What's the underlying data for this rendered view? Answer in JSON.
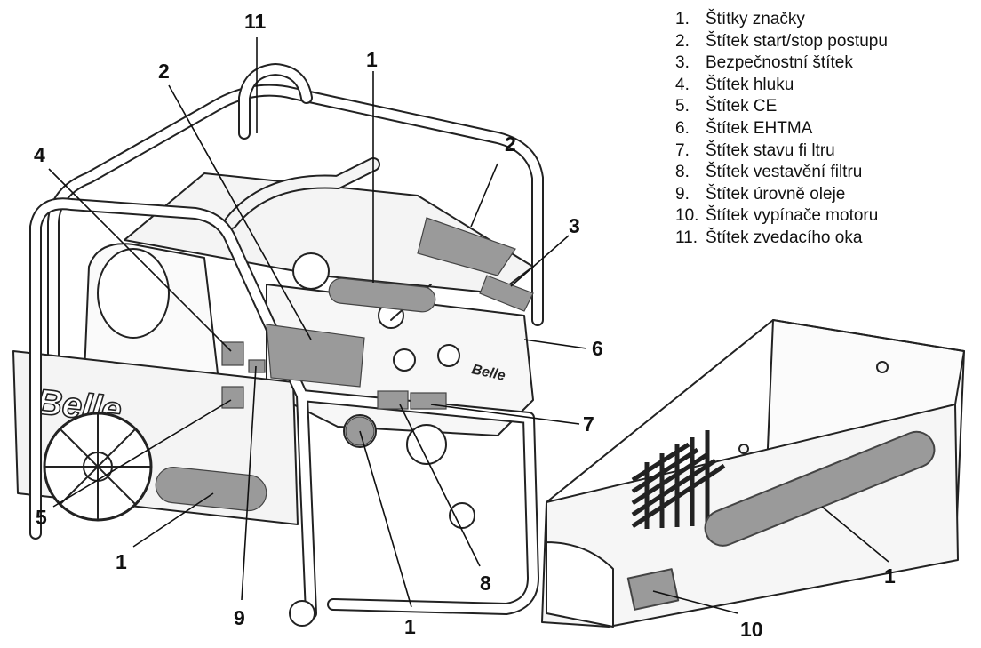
{
  "legend": [
    {
      "num": "1.",
      "text": "Štítky značky"
    },
    {
      "num": "2.",
      "text": "Štítek start/stop postupu"
    },
    {
      "num": "3.",
      "text": "Bezpečnostní štítek"
    },
    {
      "num": "4.",
      "text": "Štítek hluku"
    },
    {
      "num": "5.",
      "text": "Štítek CE"
    },
    {
      "num": "6.",
      "text": "Štítek EHTMA"
    },
    {
      "num": "7.",
      "text": "Štítek stavu fi ltru"
    },
    {
      "num": "8.",
      "text": "Štítek vestavění filtru"
    },
    {
      "num": "9.",
      "text": "Štítek úrovně oleje"
    },
    {
      "num": "10.",
      "text": "Štítek vypínače motoru"
    },
    {
      "num": "11.",
      "text": "Štítek zvedacího oka"
    }
  ],
  "callouts": [
    "11",
    "2",
    "1",
    "4",
    "2",
    "3",
    "6",
    "7",
    "5",
    "1",
    "9",
    "8",
    "1",
    "1",
    "10"
  ],
  "brand": {
    "name": "Belle"
  },
  "colors": {
    "line": "#222222",
    "frame_fill": "#f4f4f4",
    "label_fill": "#9a9a9a"
  }
}
